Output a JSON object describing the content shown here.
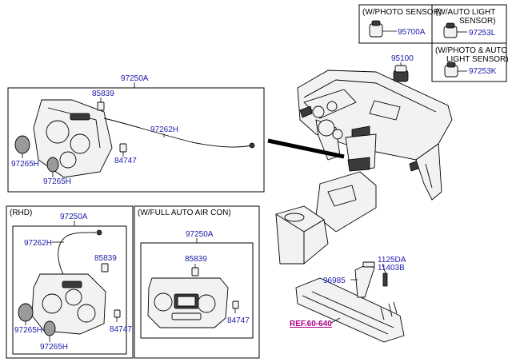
{
  "header_boxes": {
    "photo_sensor": {
      "caption": "(W/PHOTO SENSOR)",
      "part_number": "95700A"
    },
    "auto_light": {
      "caption_line1": "(W/AUTO LIGHT",
      "caption_line2": "SENSOR)",
      "part_number": "97253L"
    },
    "photo_auto_light": {
      "caption_line1": "(W/PHOTO & AUTO",
      "caption_line2": "LIGHT SENSOR)",
      "part_number": "97253K"
    }
  },
  "dashboard": {
    "sensor_part": "95100"
  },
  "main_panel": {
    "assembly": "97250A",
    "cable_bracket": "85839",
    "cable": "97262H",
    "knob_left": "97265H",
    "knob_bottom": "97265H",
    "clip": "84747"
  },
  "rhd_panel": {
    "caption": "(RHD)",
    "assembly": "97250A",
    "cable": "97262H",
    "cable_bracket": "85839",
    "knob_left": "97265H",
    "knob_bottom": "97265H",
    "clip": "84747"
  },
  "auto_aircon_panel": {
    "caption": "(W/FULL AUTO AIR CON)",
    "assembly": "97250A",
    "bracket": "85839",
    "clip": "84747"
  },
  "bracket_area": {
    "bolt1": "1125DA",
    "bolt2": "11403B",
    "bracket": "96985",
    "reference": "REF.60-640"
  }
}
